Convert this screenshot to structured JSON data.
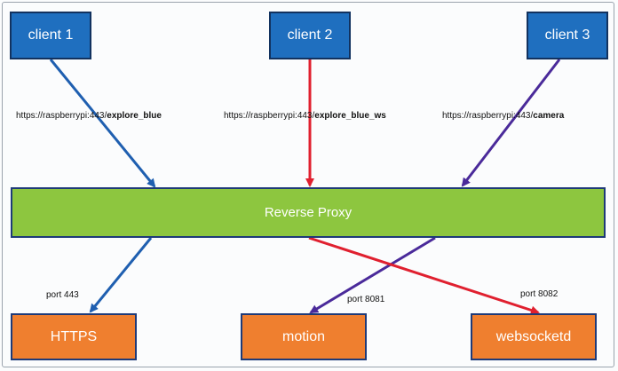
{
  "clients": [
    {
      "label": "client 1"
    },
    {
      "label": "client 2"
    },
    {
      "label": "client 3"
    }
  ],
  "urls": [
    {
      "base": "https://raspberrypi:443/",
      "path": "explore_blue"
    },
    {
      "base": "https://raspberrypi:443/",
      "path": "explore_blue_ws"
    },
    {
      "base": "https://raspberrypi:443/",
      "path": "camera"
    }
  ],
  "proxy": {
    "label": "Reverse Proxy"
  },
  "services": [
    {
      "label": "HTTPS"
    },
    {
      "label": "motion"
    },
    {
      "label": "websocketd"
    }
  ],
  "ports": [
    {
      "label": "port 443"
    },
    {
      "label": "port 8081"
    },
    {
      "label": "port 8082"
    }
  ],
  "colors": {
    "client_fill": "#1f6fbf",
    "proxy_fill": "#8dc63f",
    "service_fill": "#ef7f2f",
    "arrow_blue": "#1f5fb0",
    "arrow_red": "#e0202f",
    "arrow_purple": "#4a2a9a"
  }
}
